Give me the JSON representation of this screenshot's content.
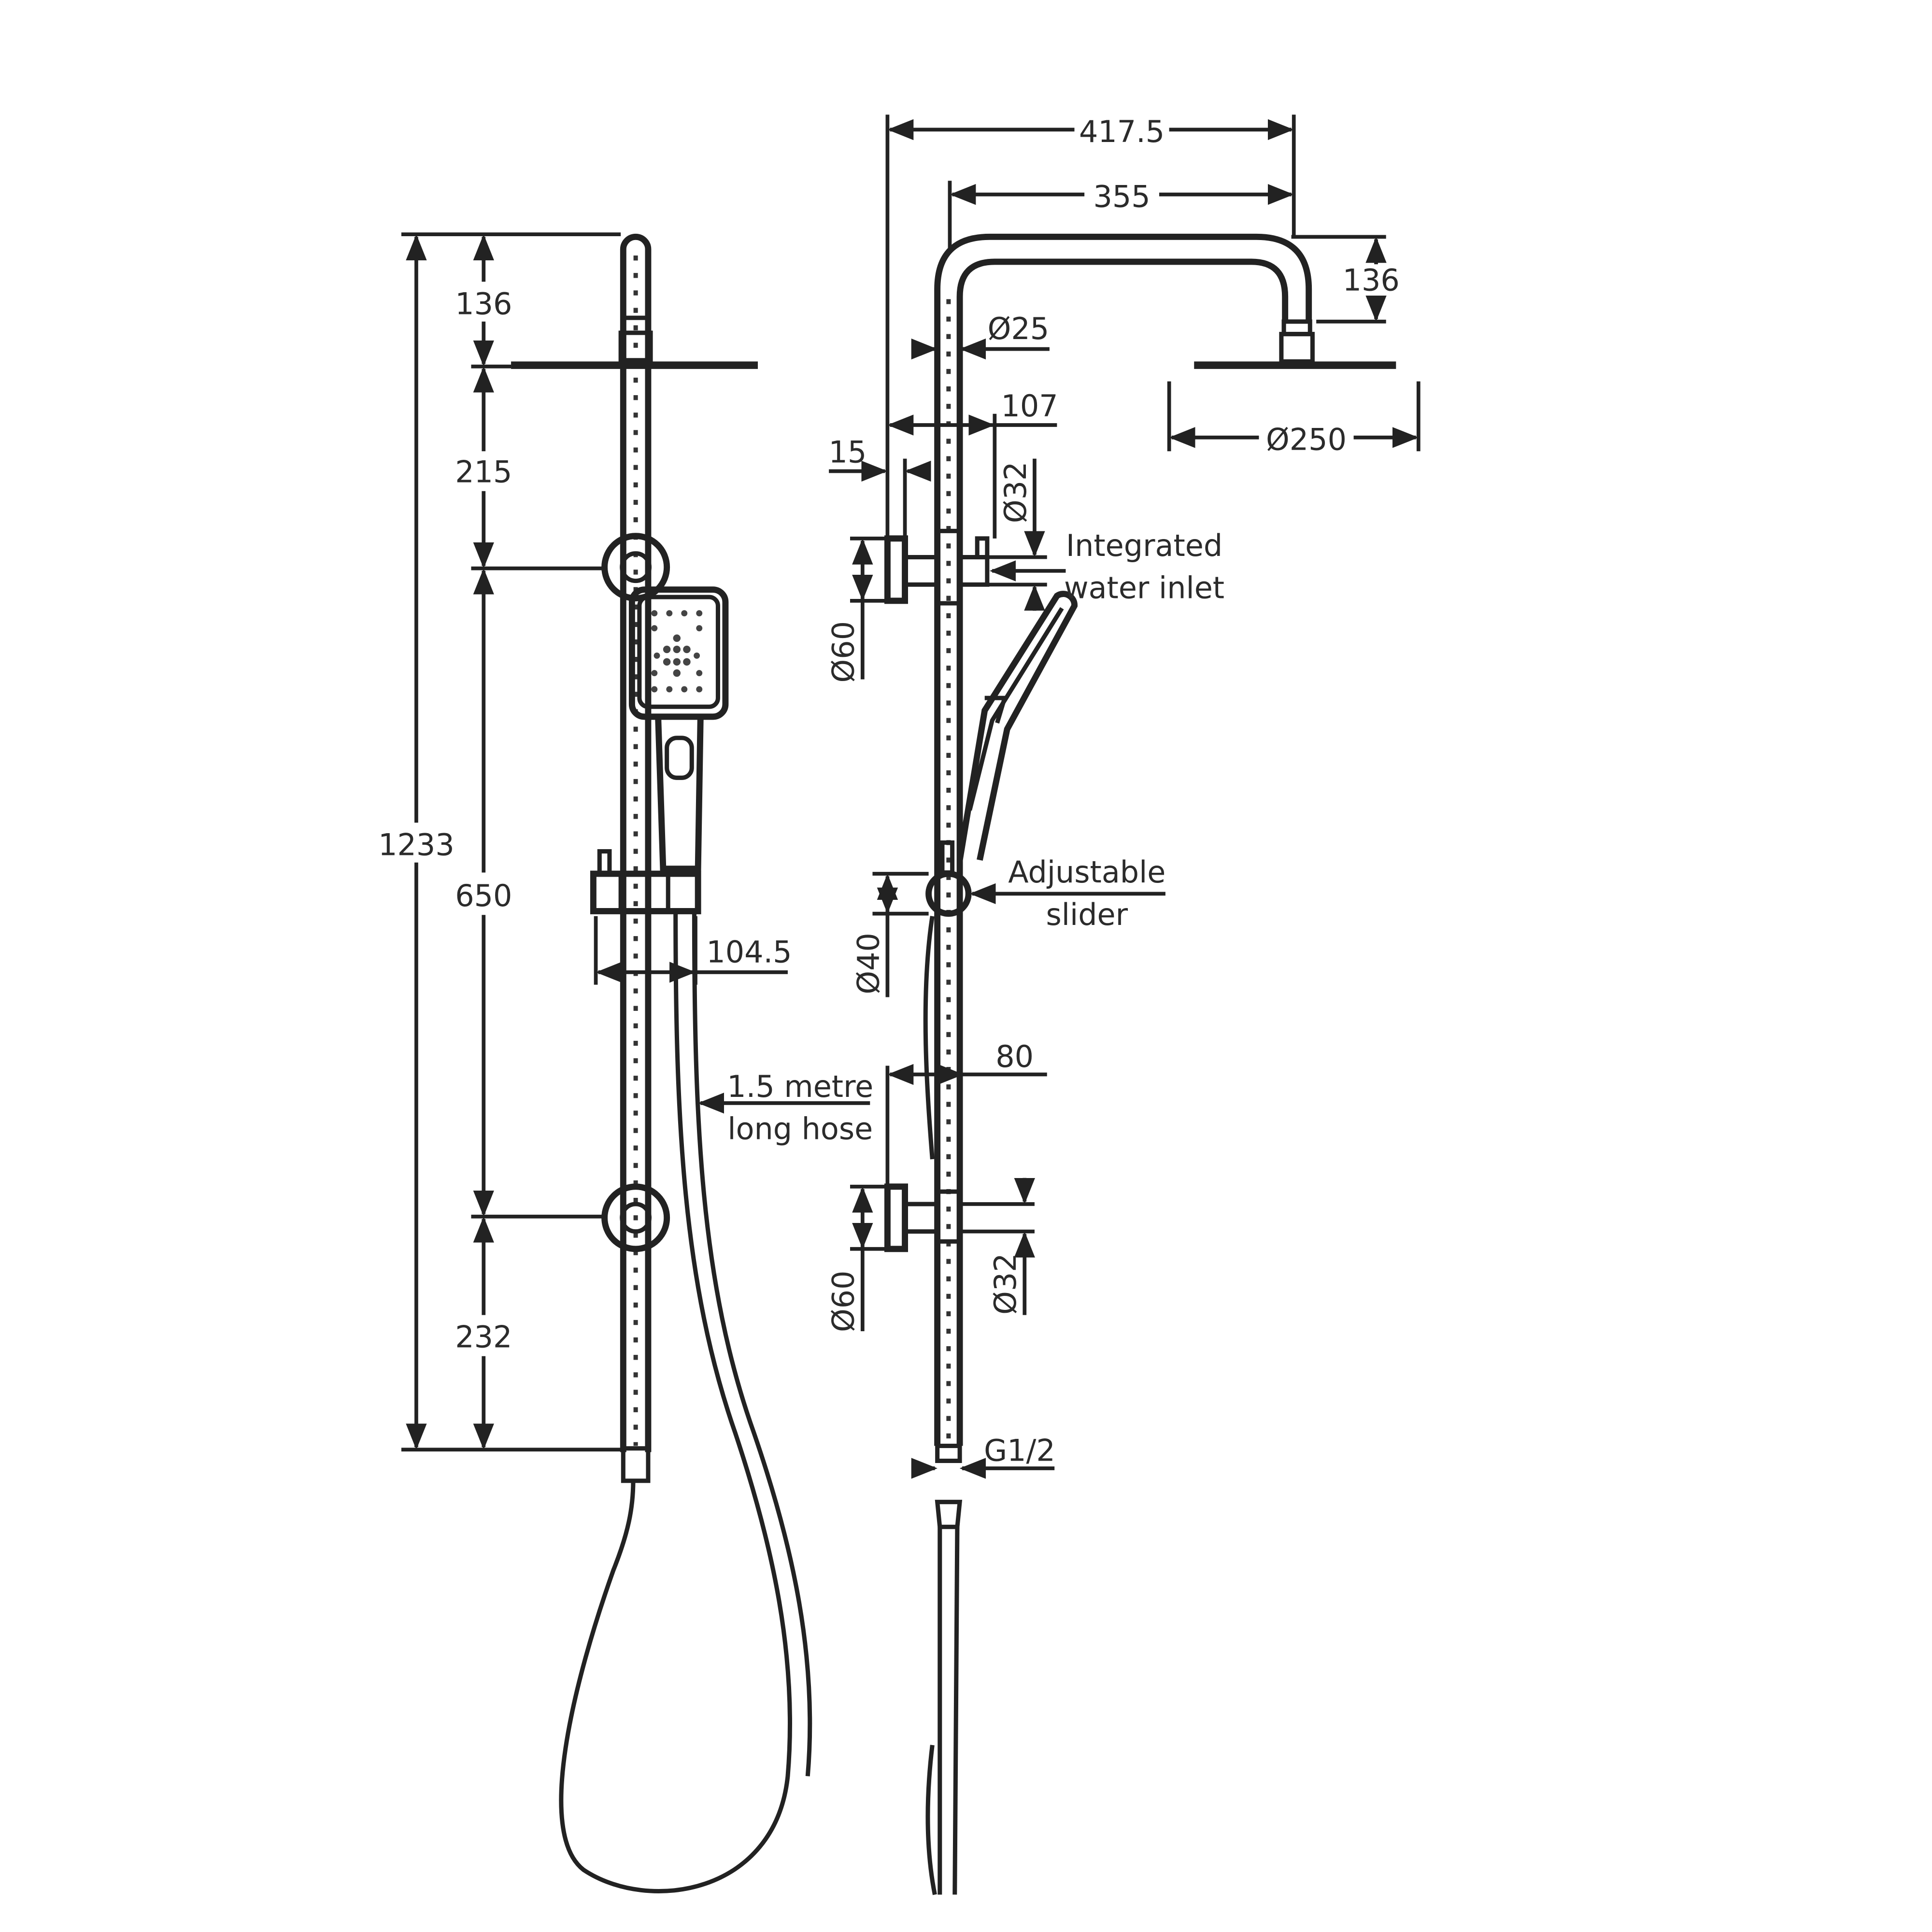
{
  "front_view": {
    "dim_head_offset": "136",
    "dim_head_to_bracket": "215",
    "dim_bracket_spacing": "650",
    "dim_bottom": "232",
    "dim_overall_height": "1233",
    "dim_slider_projection": "104.5",
    "hose_label_line1": "1.5 metre",
    "hose_label_line2": "long hose"
  },
  "side_view": {
    "dim_total_reach": "417.5",
    "dim_arm_reach": "355",
    "dim_head_drop": "136",
    "dim_arm_diameter": "Ø25",
    "dim_head_diameter": "Ø250",
    "dim_inlet_projection": "107",
    "dim_plate_thickness": "15",
    "dim_upper_pipe_diameter": "Ø32",
    "dim_upper_flange_diameter": "Ø60",
    "inlet_label_line1": "Integrated",
    "inlet_label_line2": "water inlet",
    "dim_slider_diameter": "Ø40",
    "slider_label_line1": "Adjustable",
    "slider_label_line2": "slider",
    "dim_lower_projection": "80",
    "dim_lower_flange_diameter": "Ø60",
    "dim_lower_pipe_diameter": "Ø32",
    "dim_thread": "G1/2"
  },
  "colors": {
    "line": "#222222",
    "text": "#2b2b2b",
    "background": "#ffffff"
  }
}
